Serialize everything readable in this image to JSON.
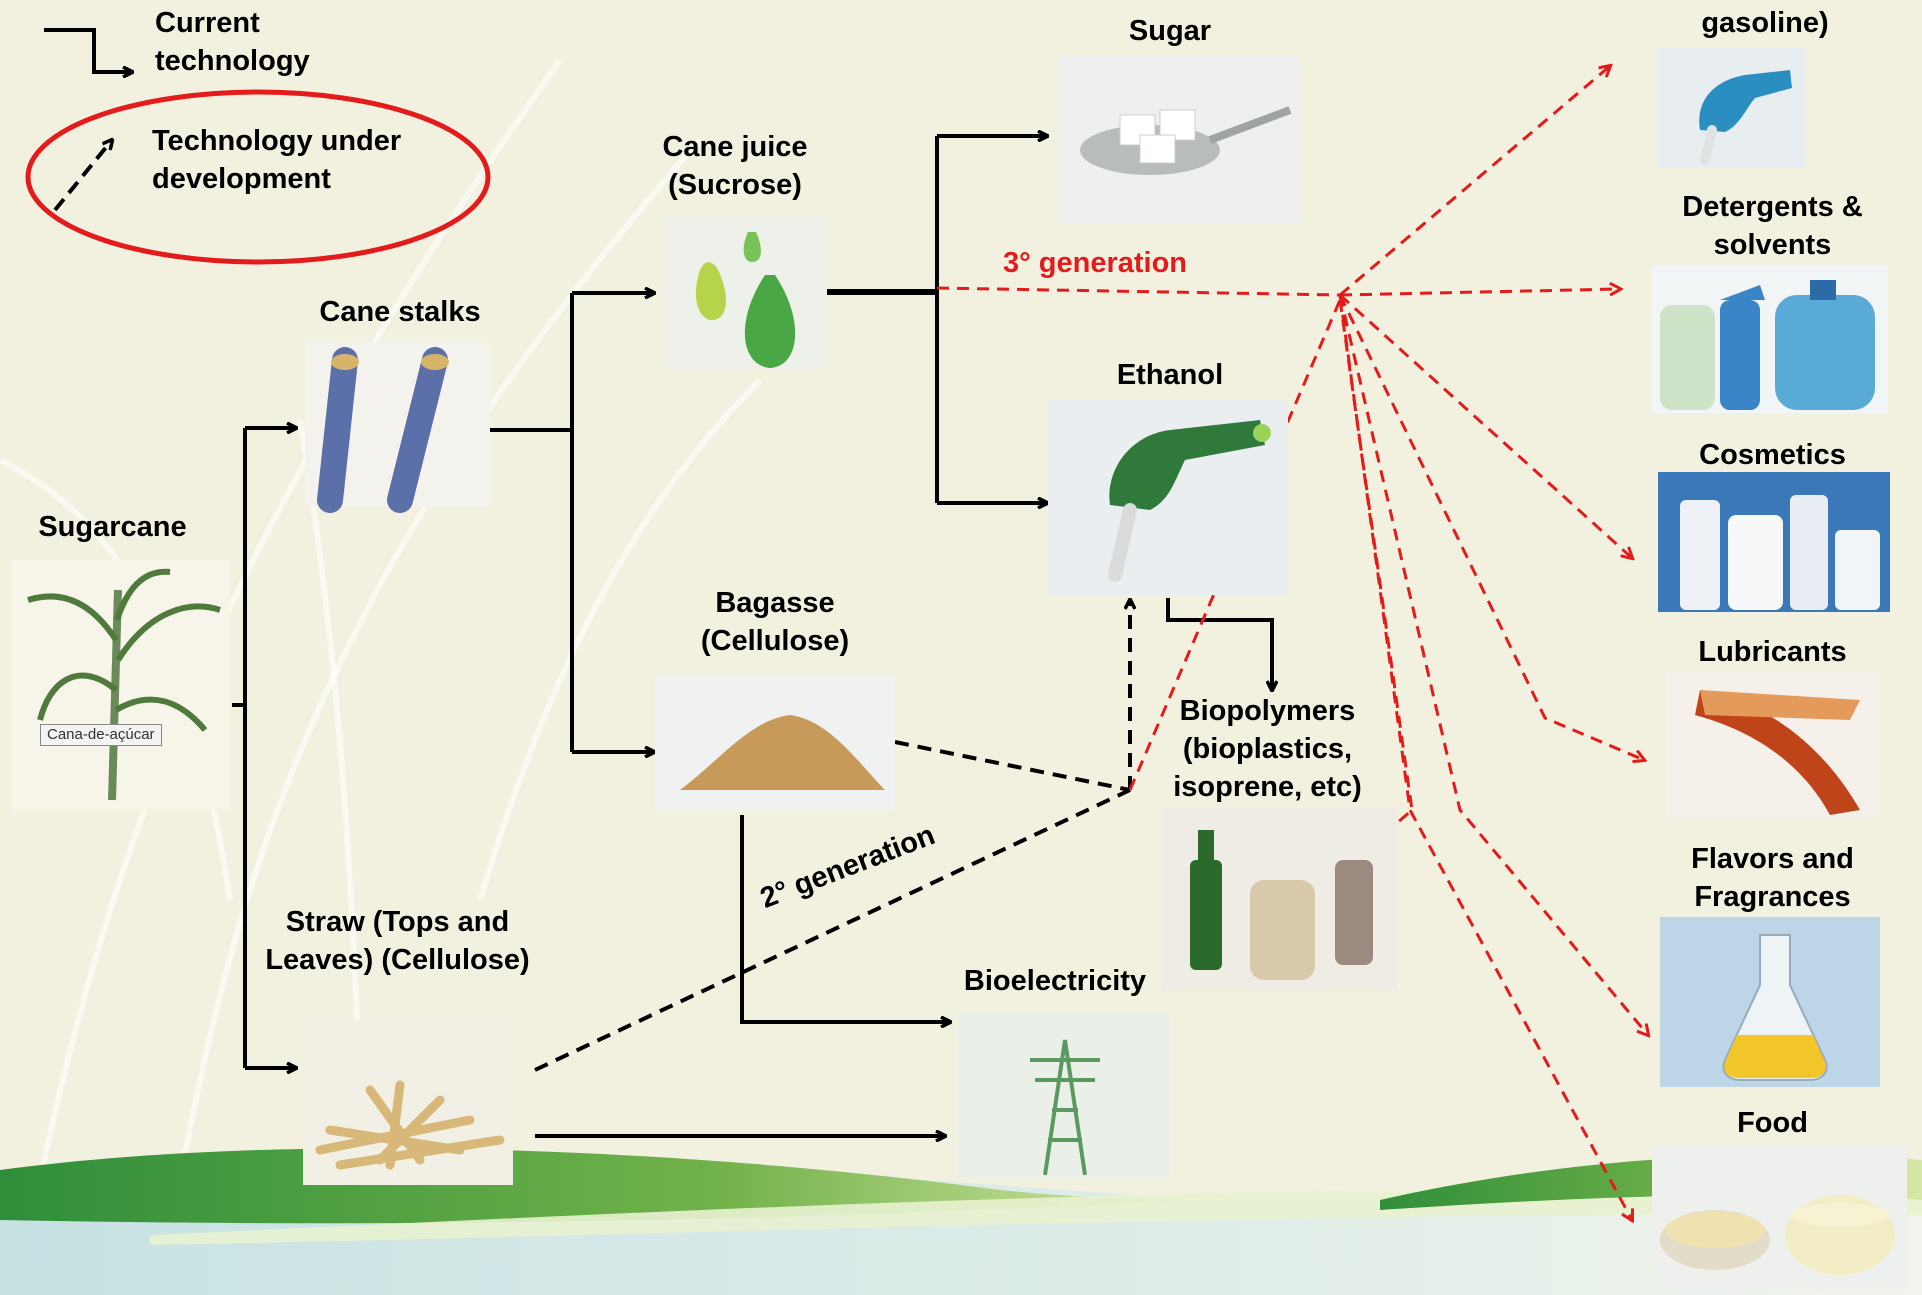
{
  "legend": {
    "current_technology": "Current technology",
    "technology_under_development": "Technology under development"
  },
  "nodes": {
    "sugarcane": "Sugarcane",
    "cana_tag": "Cana-de-açúcar",
    "cane_stalks": "Cane stalks",
    "cane_juice": "Cane juice (Sucrose)",
    "bagasse": "Bagasse (Cellulose)",
    "straw": "Straw (Tops and Leaves) (Cellulose)",
    "sugar": "Sugar",
    "ethanol": "Ethanol",
    "biopolymers": "Biopolymers (bioplastics, isoprene, etc)",
    "bioelectricity": "Bioelectricity",
    "fuels_partial": "gasoline)",
    "detergents": "Detergents & solvents",
    "cosmetics": "Cosmetics",
    "lubricants": "Lubricants",
    "flavors": "Flavors and Fragrances",
    "food": "Food"
  },
  "edge_labels": {
    "third_generation": "3° generation",
    "second_generation": "2° generation"
  },
  "colors": {
    "background": "#f2f0df",
    "current_arrow": "#000000",
    "development_arrow": "#e41b1b",
    "legend_ellipse": "#e41b1b"
  },
  "icons": [
    "sugarcane-plant-icon",
    "cane-stalks-icon",
    "juice-drops-icon",
    "bagasse-pile-icon",
    "straw-icon",
    "sugar-cubes-icon",
    "fuel-nozzle-icon",
    "bottles-icon",
    "power-tower-icon",
    "spray-bottles-icon",
    "cosmetic-tubes-icon",
    "oil-pour-icon",
    "flask-icon",
    "cereal-bowls-icon"
  ]
}
